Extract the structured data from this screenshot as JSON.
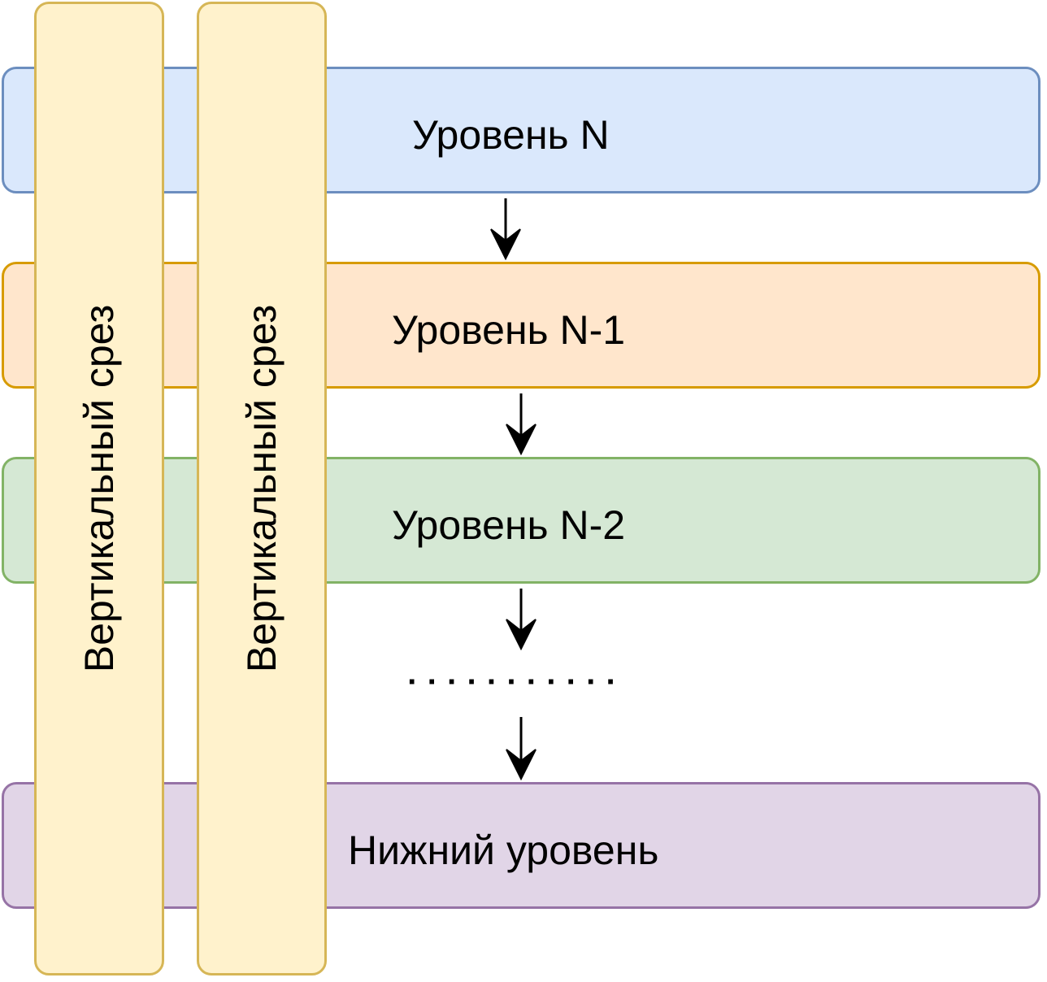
{
  "layers": [
    {
      "label": "Уровень N",
      "fill": "#dae8fc",
      "stroke": "#6c8ebf"
    },
    {
      "label": "Уровень N-1",
      "fill": "#ffe6cc",
      "stroke": "#d79b00"
    },
    {
      "label": "Уровень N-2",
      "fill": "#d5e8d4",
      "stroke": "#82b366"
    },
    {
      "label": "Нижний уровень",
      "fill": "#e1d5e7",
      "stroke": "#9673a6"
    }
  ],
  "slices": [
    {
      "label": "Вертикальный срез",
      "fill": "#fff2cc",
      "stroke": "#d6b656"
    },
    {
      "label": "Вертикальный срез",
      "fill": "#fff2cc",
      "stroke": "#d6b656"
    }
  ],
  "ellipsis": "· · · · · · · · · · ·",
  "arrow_color": "#000000"
}
